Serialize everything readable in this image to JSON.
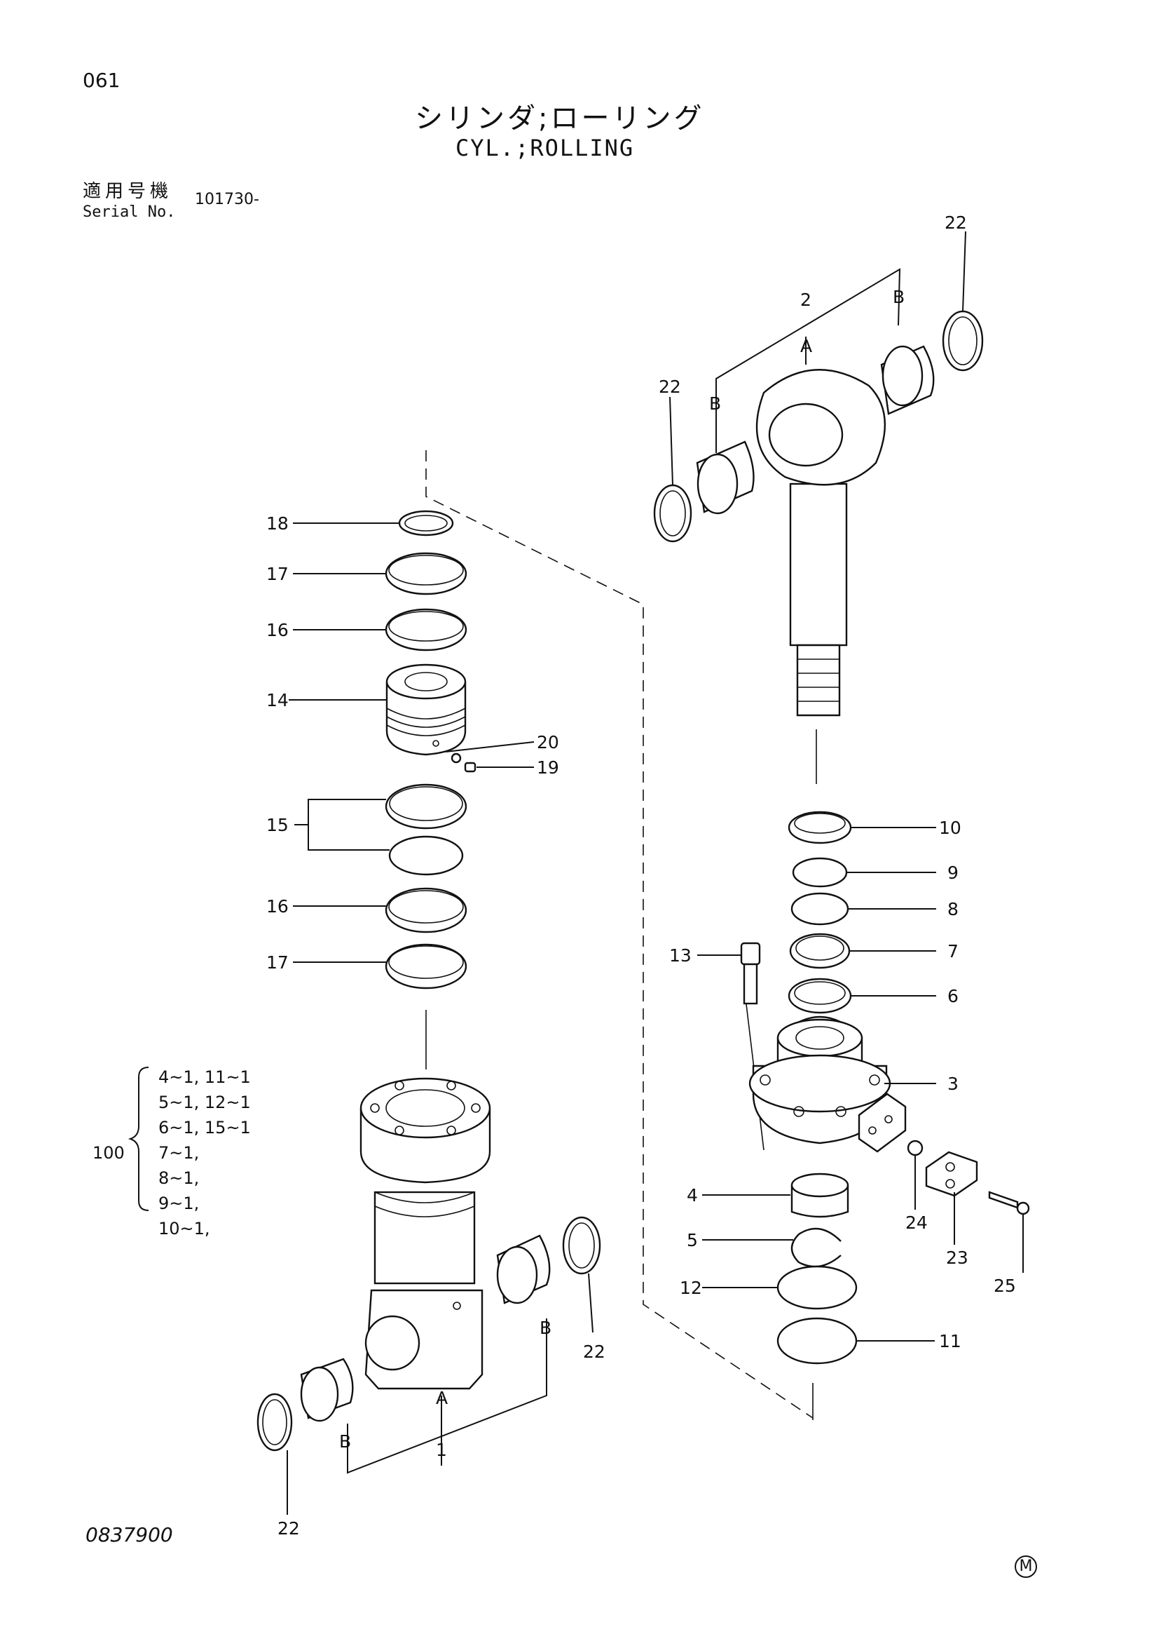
{
  "header": {
    "page_number": "061",
    "title_jp": "シリンダ;ローリング",
    "title_en": "CYL.;ROLLING",
    "serial_label_jp": "適用号機",
    "serial_label_en": "Serial No.",
    "serial_value": "101730-"
  },
  "callouts": {
    "c1": "1",
    "c2": "2",
    "c3": "3",
    "c4": "4",
    "c5": "5",
    "c6": "6",
    "c7": "7",
    "c8": "8",
    "c9": "9",
    "c10": "10",
    "c11": "11",
    "c12": "12",
    "c13": "13",
    "c14": "14",
    "c15": "15",
    "c16": "16",
    "c17": "17",
    "c18": "18",
    "c19": "19",
    "c20": "20",
    "c23": "23",
    "c24": "24",
    "c25": "25",
    "c22": "22",
    "A": "A",
    "B": "B"
  },
  "kit": {
    "number": "100",
    "rows": [
      "4~1, 11~1",
      "5~1, 12~1",
      "6~1, 15~1",
      "7~1,",
      "8~1,",
      "9~1,",
      "10~1,"
    ]
  },
  "footer": {
    "drawing_number": "0837900",
    "maker_mark": "M"
  }
}
